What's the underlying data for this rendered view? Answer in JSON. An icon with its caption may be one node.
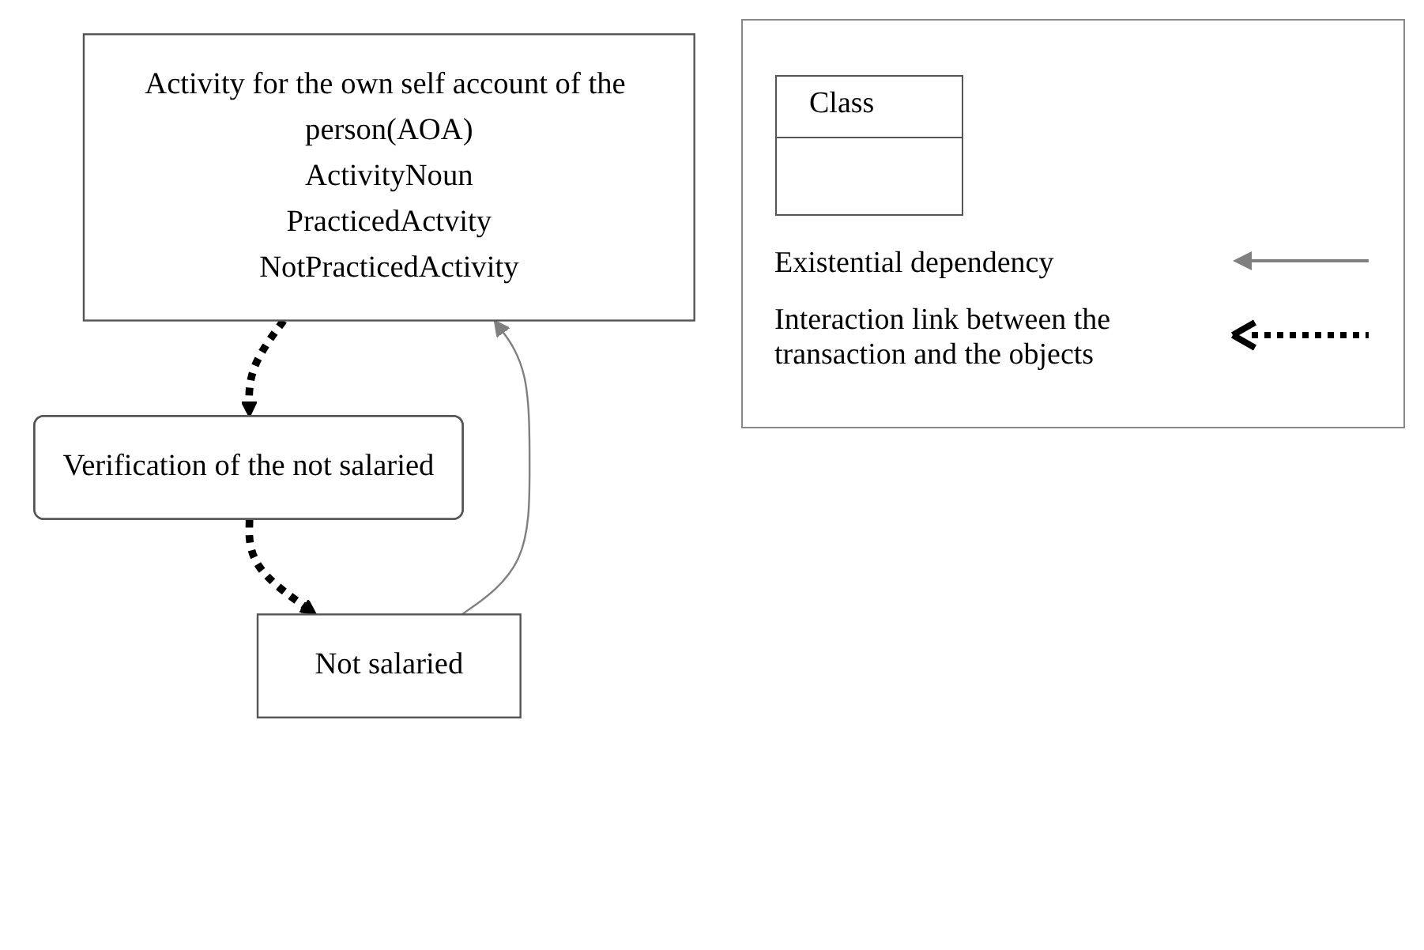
{
  "diagram": {
    "nodes": [
      {
        "text": [
          "Activity for the own self account of the person(AOA)",
          "ActivityNoun",
          "PracticedActvity",
          "NotPracticedActivity"
        ]
      },
      {
        "text": [
          "Verification of the not salaried"
        ]
      },
      {
        "text": [
          "Not salaried"
        ]
      }
    ],
    "edges": [
      {
        "from": 0,
        "to": 1,
        "arrow": "to",
        "style": "dashed"
      },
      {
        "from": 1,
        "to": 2,
        "arrow": "to",
        "style": "dashed"
      },
      {
        "from": 2,
        "to": 0,
        "arrow": "to",
        "color": "#808080"
      }
    ],
    "legend": [
      {
        "text": "Class"
      },
      {
        "text": "Existential dependency"
      },
      {
        "text": "Interaction link between the transaction and the objects"
      }
    ]
  }
}
